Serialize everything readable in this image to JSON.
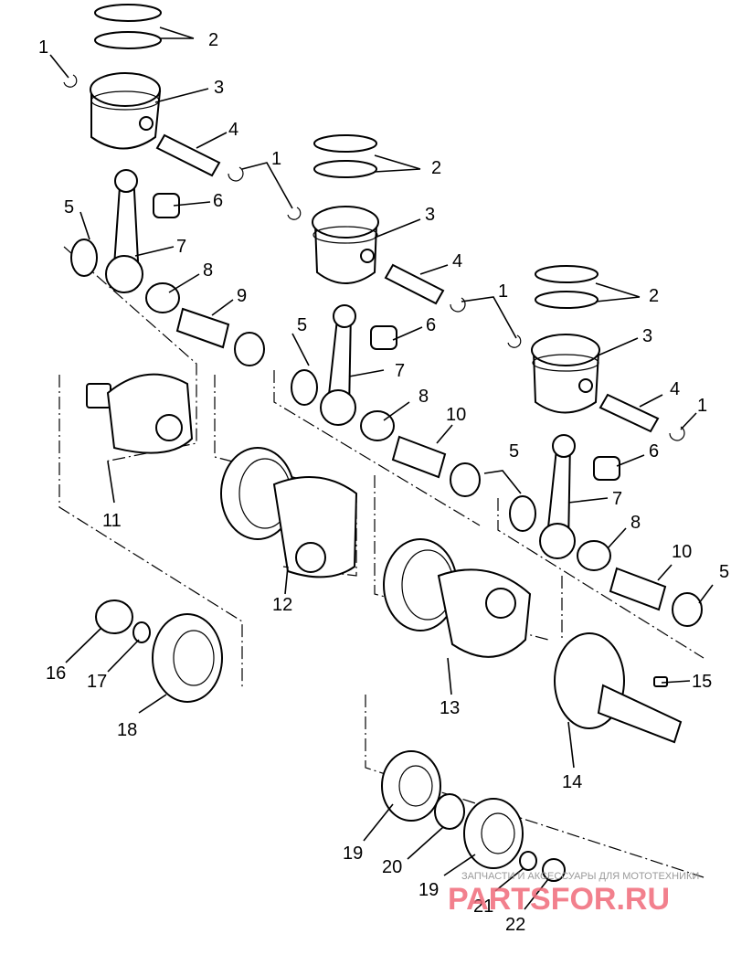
{
  "diagram": {
    "callouts": {
      "c1a": "1",
      "c2a": "2",
      "c3a": "3",
      "c4a": "4",
      "c5a": "5",
      "c6a": "6",
      "c7a": "7",
      "c8a": "8",
      "c9": "9",
      "c1b": "1",
      "c2b": "2",
      "c3b": "3",
      "c4b": "4",
      "c5b": "5",
      "c6b": "6",
      "c7b": "7",
      "c8b": "8",
      "c10a": "10",
      "c1c": "1",
      "c2c": "2",
      "c3c": "3",
      "c4c": "4",
      "c1d": "1",
      "c5c": "5",
      "c6c": "6",
      "c7c": "7",
      "c8c": "8",
      "c10b": "10",
      "c5d": "5",
      "c11": "11",
      "c12": "12",
      "c13": "13",
      "c14": "14",
      "c15": "15",
      "c16": "16",
      "c17": "17",
      "c18": "18",
      "c19a": "19",
      "c20": "20",
      "c19b": "19",
      "c21": "21",
      "c22": "22"
    }
  },
  "watermark": {
    "caption": "ЗАПЧАСТИ И АКСЕССУАРЫ ДЛЯ МОТОТЕХНИКИ",
    "logo": "PARTSFOR.RU"
  }
}
